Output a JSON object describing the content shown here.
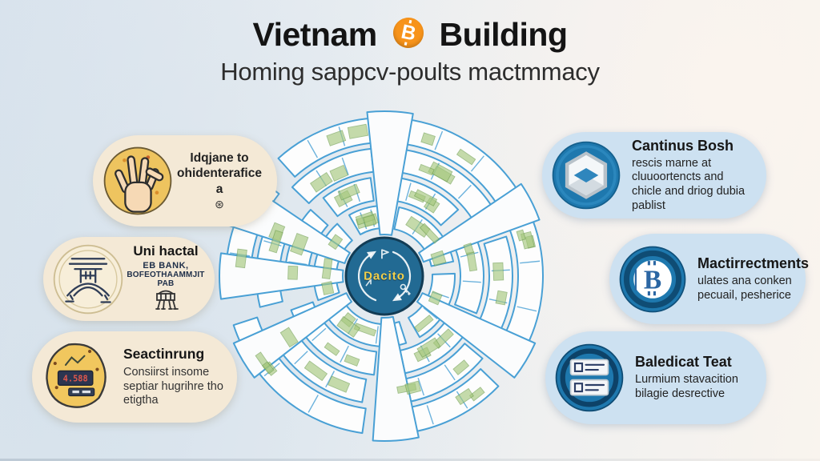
{
  "title": {
    "word1": "Vietnam",
    "word2": "Building",
    "icon": "bitcoin-icon",
    "bitcoin_symbol": "B",
    "subtitle": "Homing sappcv-poults mactmmacy"
  },
  "center": {
    "label": "Dacito",
    "icon": "cycle-arrows-icon"
  },
  "left_callouts": [
    {
      "icon": "hand-icon",
      "lines": [
        "Idqjane to",
        "ohidenterafice",
        "a"
      ],
      "glyph": "⊛"
    },
    {
      "icon": "bank-seal-icon",
      "heading": "Uni hactal",
      "lines": [
        "EB BANK,",
        "BOFEOTHAAMMJIT PAB"
      ]
    },
    {
      "icon": "price-device-icon",
      "heading": "Seactinrung",
      "device_value": "4.588",
      "lines": [
        "Consiirst insome",
        "septiar hugrihre tho",
        "etigtha"
      ]
    }
  ],
  "right_callouts": [
    {
      "icon": "hexagon-icon",
      "heading": "Cantinus Bosh",
      "lines": [
        "rescis marne at",
        "cluuoortencts and",
        "chicle and driog dubia",
        "pablist"
      ]
    },
    {
      "icon": "bitcoin-badge-icon",
      "heading": "Mactirrectments",
      "badge_letter": "B",
      "lines": [
        "ulates ana conken",
        "pecuail, pesherice"
      ]
    },
    {
      "icon": "list-cards-icon",
      "heading": "Baledicat Teat",
      "lines": [
        "Lurmium stavacition",
        "bilagie desrective"
      ]
    }
  ],
  "colors": {
    "bitcoin_orange": "#f7931a",
    "left_pill_bg": "#f4e9d6",
    "right_pill_bg": "#cde1f1",
    "icon_blue": "#1e78ae",
    "icon_blue_dark": "#11516f",
    "maze_stroke": "#49a0d5",
    "maze_fill": "#fdfdfd",
    "maze_green": "#a6c87e",
    "maze_green_dark": "#6f9e4f",
    "center_fill": "#226a93",
    "center_stroke": "#123c55",
    "center_text": "#f2cf4a"
  }
}
